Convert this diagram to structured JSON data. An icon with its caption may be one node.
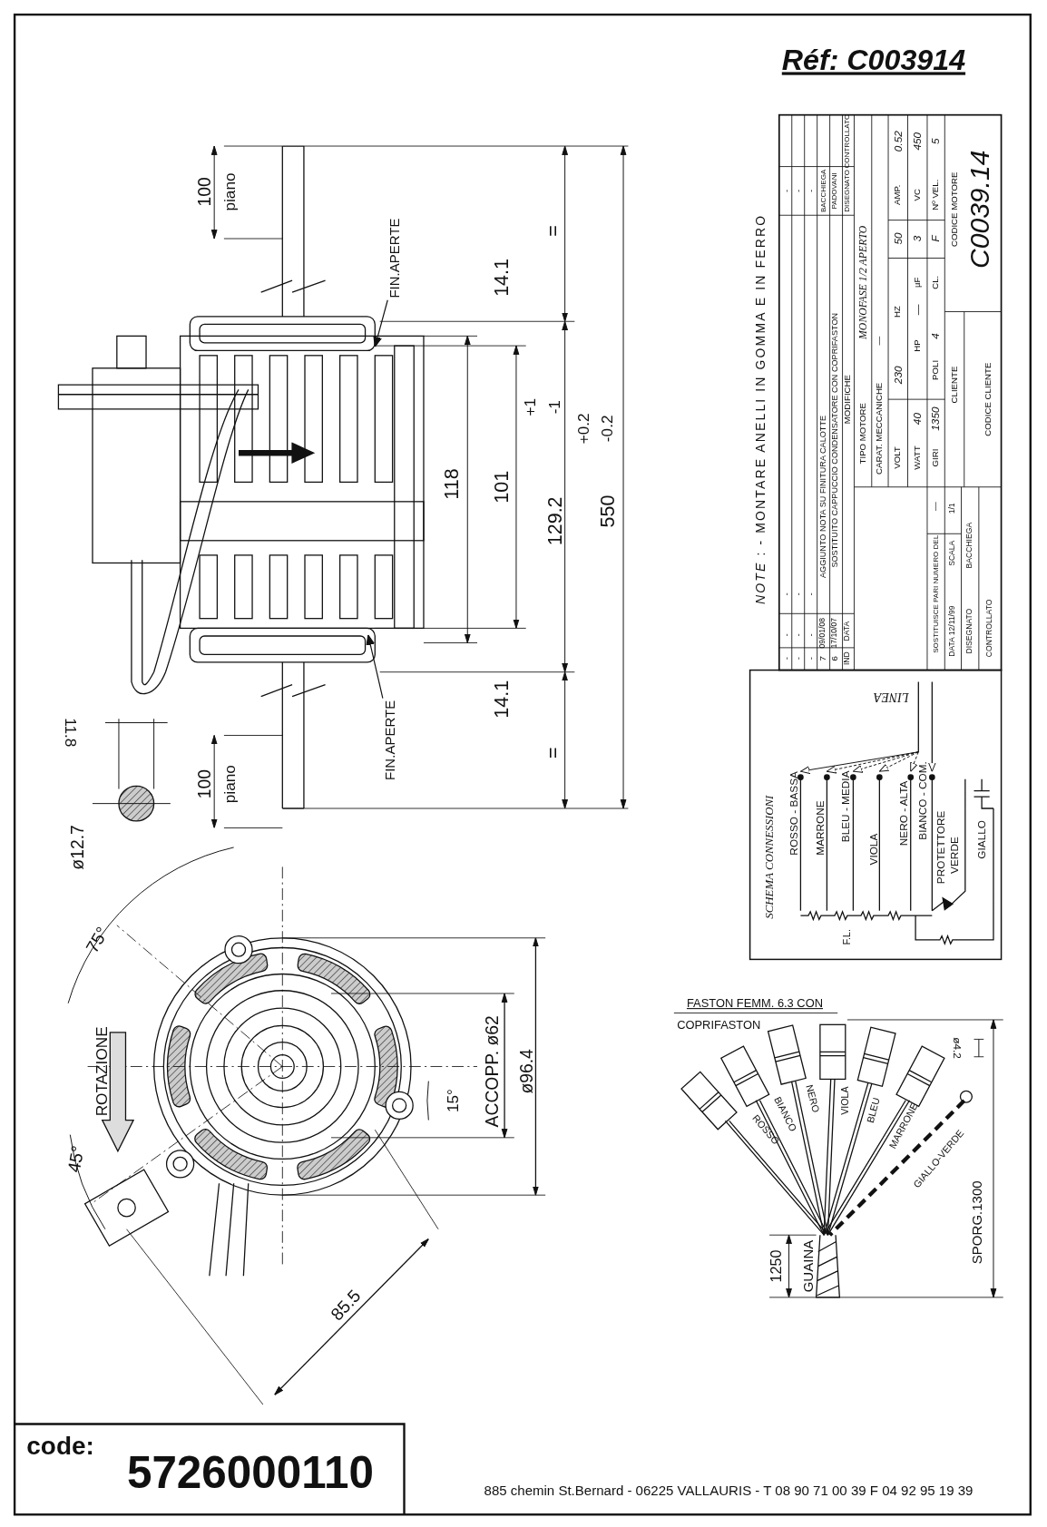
{
  "diagram": {
    "nodes": [
      {
        "text": [
          "FIN.APERTE"
        ]
      },
      {
        "text": [
          "FIN.APERTE"
        ]
      }
    ],
    "edges": [
      {
        "from": 0,
        "to": null,
        "arrow": "to"
      },
      {
        "from": 1,
        "to": null,
        "arrow": "to"
      }
    ],
    "labels": [
      "Réf:  C003914",
      "100",
      "piano",
      "14.1",
      "=",
      "118",
      "101",
      "+1",
      "-1",
      "129.2",
      "+0.2",
      "-0.2",
      "550",
      "14.1",
      "=",
      "100",
      "piano",
      "11.8",
      "ø12.7",
      "75°",
      "ROTAZIONE",
      "45°",
      "15°",
      "ACCOPP. ø62",
      "ø96.4",
      "85.5",
      "*NOTE* : - MONTARE ANELLI IN GOMMA E IN FERRO",
      "-",
      "-",
      "-",
      "-",
      "-",
      "-",
      "-",
      "-",
      "-",
      "-",
      "-",
      "-",
      "7",
      "09/01/08",
      "AGGIUNTO NOTA SU FINITURA CALOTTE",
      "BACCHIEGA",
      "6",
      "17/10/07",
      "SOSTITUITO CAPPUCCIO CONDENSATORE CON COPRIFASTON",
      "PADOVANI",
      "IND",
      "DATA",
      "MODIFICHE",
      "DISEGNATO",
      "CONTROLLATO",
      "TIPO MOTORE",
      "MONOFASE 1/2 APERTO",
      "CARAT. MECCANICHE",
      "—",
      "VOLT",
      "230",
      "HZ",
      "50",
      "AMP.",
      "0.52",
      "WATT",
      "40",
      "HP",
      "—",
      "µF",
      "3",
      "VC",
      "450",
      "GIRI",
      "1350",
      "POLI",
      "4",
      "CL.",
      "F",
      "Nº VEL.",
      "5",
      "CLIENTE",
      "CODICE MOTORE",
      "C0039.14",
      "CODICE CLIENTE",
      "SOSTITUISCE PARI NUMERO DEL",
      "—",
      "DATA 12/11/99",
      "SCALA",
      "1/1",
      "DISEGNATO",
      "BACCHIEGA",
      "CONTROLLATO",
      "SCHEMA CONNESSIONI",
      "LINEA",
      "ROSSO - BASSA",
      "MARRONE",
      "BLEU - MEDIA",
      "VIOLA",
      "NERO - ALTA",
      "BIANCO - COM.",
      "PROTETTORE",
      "VERDE",
      "GIALLO",
      "F.L.",
      "FASTON FEMM. 6.3 CON",
      "COPRIFASTON",
      "ROSSO",
      "BIANCO",
      "NERO",
      "VIOLA",
      "BLEU",
      "MARRONE",
      "GIALLO-VERDE",
      "ø4.2",
      "1250",
      "GUAINA",
      "SPORG.1300",
      "code:",
      "5726000110",
      "885 chemin St.Bernard  -  06225 VALLAURIS  -  T 08 90 71 00 39  F 04 92 95 19 39"
    ]
  }
}
